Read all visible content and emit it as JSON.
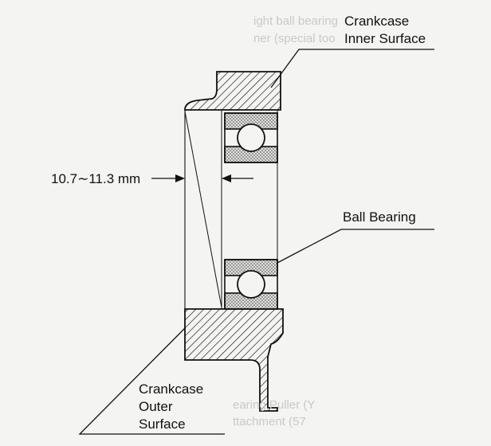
{
  "labels": {
    "inner_surface_line1": "Crankcase",
    "inner_surface_line2": "Inner Surface",
    "dimension": "10.7∼11.3 mm",
    "ball_bearing": "Ball Bearing",
    "outer_surface_line1": "Crankcase",
    "outer_surface_line2": "Outer",
    "outer_surface_line3": "Surface"
  },
  "background_text": {
    "top_line1": "ight ball bearing",
    "top_line2": "ner (special too",
    "bottom_line1": "earing Puller (Y",
    "bottom_line2": "ttachment (57"
  },
  "colors": {
    "ink": "#111111",
    "paper": "#f4f4f2",
    "ghost_text": "#c9c9c9"
  }
}
